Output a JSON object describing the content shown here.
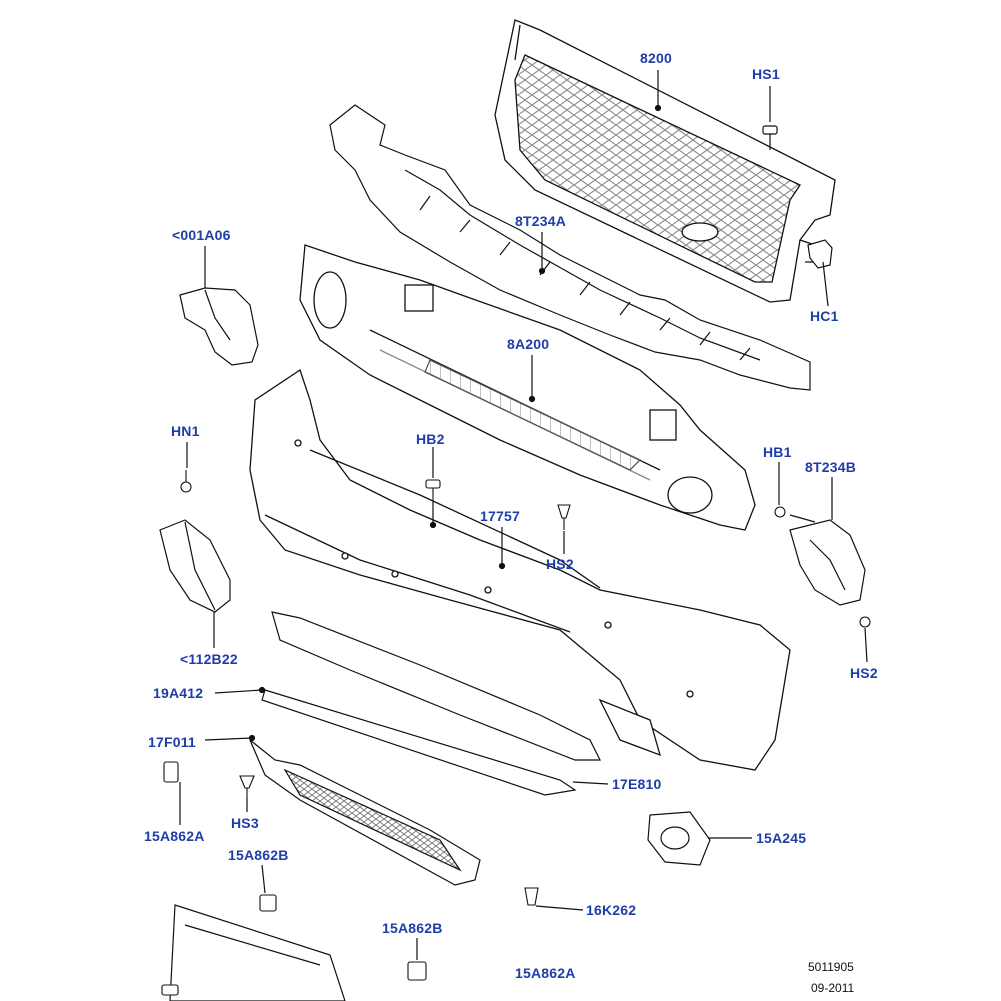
{
  "diagram": {
    "callouts": [
      {
        "id": "8200"
      },
      {
        "id": "HS1"
      },
      {
        "id": "8T234A"
      },
      {
        "id": "<001A06"
      },
      {
        "id": "HC1"
      },
      {
        "id": "8A200"
      },
      {
        "id": "HN1"
      },
      {
        "id": "HB2"
      },
      {
        "id": "HB1"
      },
      {
        "id": "8T234B"
      },
      {
        "id": "17757"
      },
      {
        "id": "HS2"
      },
      {
        "id": "<112B22"
      },
      {
        "id": "HS2"
      },
      {
        "id": "19A412"
      },
      {
        "id": "17F011"
      },
      {
        "id": "17E810"
      },
      {
        "id": "15A862A"
      },
      {
        "id": "HS3"
      },
      {
        "id": "15A245"
      },
      {
        "id": "15A862B"
      },
      {
        "id": "16K262"
      },
      {
        "id": "15A862B"
      },
      {
        "id": "15A862A"
      }
    ],
    "diagram_number": "5011905",
    "diagram_date": "09-2011"
  },
  "colors": {
    "callout": "#1f3da8",
    "line": "#111111",
    "part_fill": "#ffffff",
    "grille_mesh": "#9a9a9a"
  }
}
